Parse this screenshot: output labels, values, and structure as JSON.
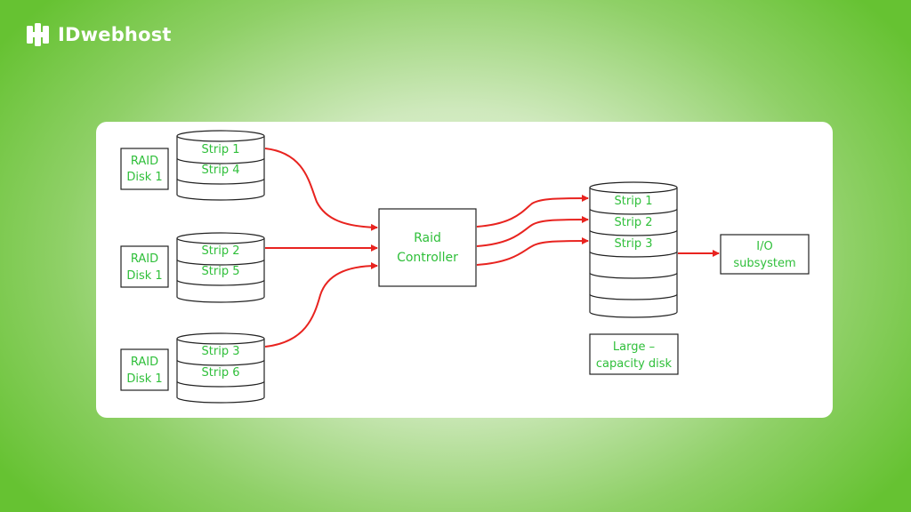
{
  "brand": {
    "name": "IDwebhost",
    "logo_icon": "idwebhost-logo-icon"
  },
  "diagram": {
    "raid_disks": [
      {
        "label_line1": "RAID",
        "label_line2": "Disk 1",
        "strips": [
          "Strip 1",
          "Strip 4"
        ]
      },
      {
        "label_line1": "RAID",
        "label_line2": "Disk 1",
        "strips": [
          "Strip 2",
          "Strip 5"
        ]
      },
      {
        "label_line1": "RAID",
        "label_line2": "Disk 1",
        "strips": [
          "Strip 3",
          "Strip 6"
        ]
      }
    ],
    "controller": {
      "line1": "Raid",
      "line2": "Controller"
    },
    "large_disk": {
      "strips": [
        "Strip 1",
        "Strip 2",
        "Strip 3"
      ],
      "label_line1": "Large –",
      "label_line2": "capacity disk"
    },
    "io": {
      "line1": "I/O",
      "line2": "subsystem"
    },
    "colors": {
      "text": "#2fbf3a",
      "arrows": "#e8231f",
      "background": "#7bc84a"
    }
  }
}
